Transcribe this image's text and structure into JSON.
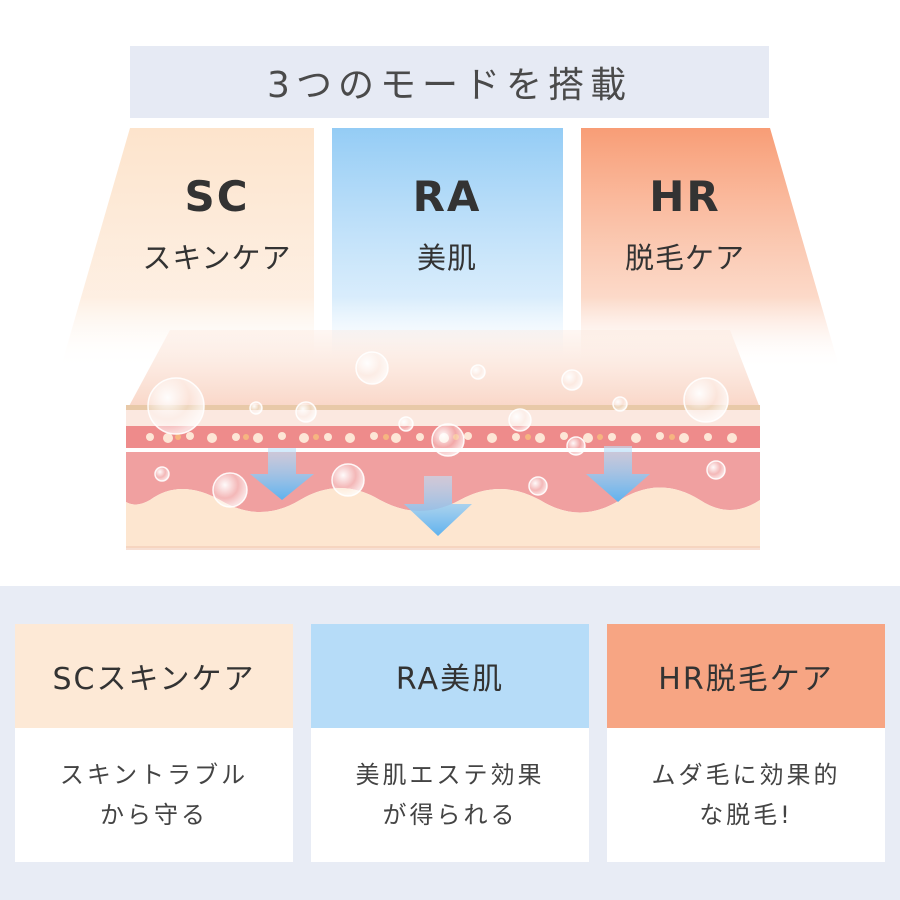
{
  "title": "3つのモードを搭載",
  "modes": [
    {
      "code": "SC",
      "name": "スキンケア",
      "color": "#fde7d2"
    },
    {
      "code": "RA",
      "name": "美肌",
      "color": "#9fd1f5"
    },
    {
      "code": "HR",
      "name": "脱毛ケア",
      "color": "#f8a27d"
    }
  ],
  "cards": [
    {
      "heading": "SCスキンケア",
      "description": "スキントラブル\nから守る",
      "color": "#fde9d6"
    },
    {
      "heading": "RA美肌",
      "description": "美肌エステ効果\nが得られる",
      "color": "#b6dcf8"
    },
    {
      "heading": "HR脱毛ケア",
      "description": "ムダ毛に効果的\nな脱毛!",
      "color": "#f7a583"
    }
  ]
}
